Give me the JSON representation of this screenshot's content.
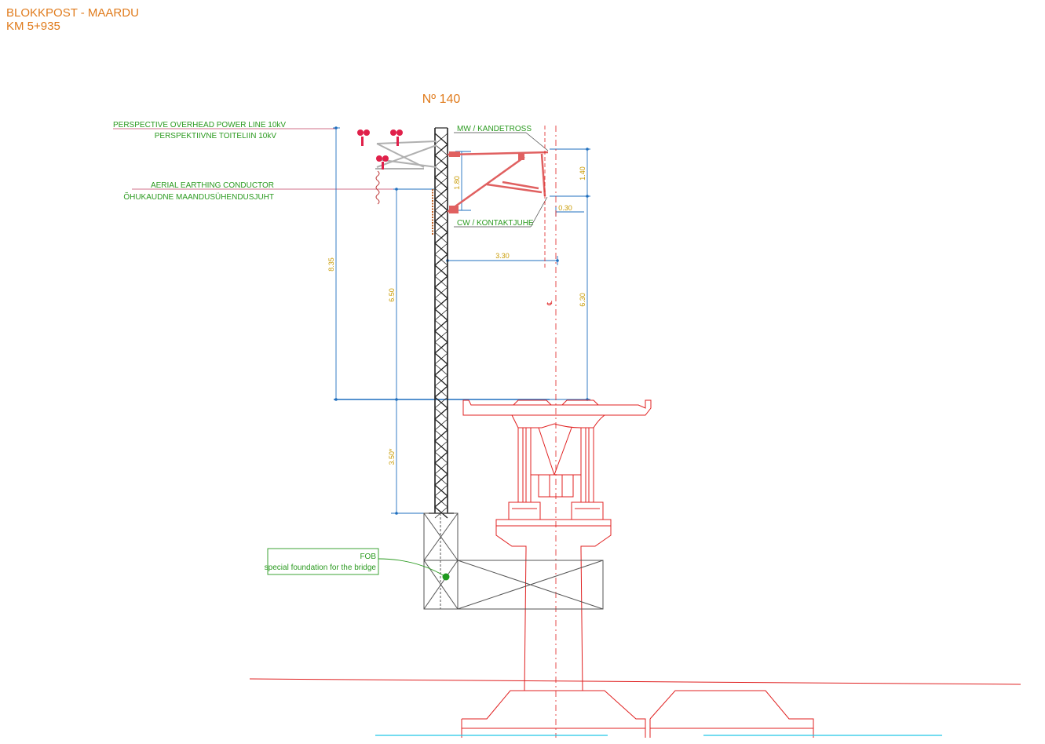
{
  "header": {
    "line1": "BLOKKPOST - MAARDU",
    "line2": "KM 5+935"
  },
  "mast_number": "Nº 140",
  "labels": {
    "power_line_en": "PERSPECTIVE OVERHEAD POWER LINE 10kV",
    "power_line_et": "PERSPEKTIIVNE TOITELIIN 10kV",
    "earthing_en": "AERIAL EARTHING CONDUCTOR",
    "earthing_et": "ÕHUKAUDNE MAANDUSÜHENDUSJUHT",
    "mw": "MW / KANDETROSS",
    "cw": "CW / KONTAKTJUHE",
    "fob_code": "FOB",
    "fob_desc": "special foundation for the bridge"
  },
  "dimensions": {
    "d835": "8.35",
    "d650": "6.50",
    "d350": "3.50*",
    "d180": "1.80",
    "d140": "1.40",
    "d030": "0.30",
    "d330": "3.30",
    "d630": "6.30"
  },
  "colors": {
    "title": "#e07b1c",
    "label": "#2a9a1f",
    "dimension_line": "#1f6fbf",
    "dimension_text": "#c89a00",
    "bridge": "#e02020",
    "mast": "#222222",
    "equipment": "#e06060",
    "water": "#22c8e8"
  }
}
